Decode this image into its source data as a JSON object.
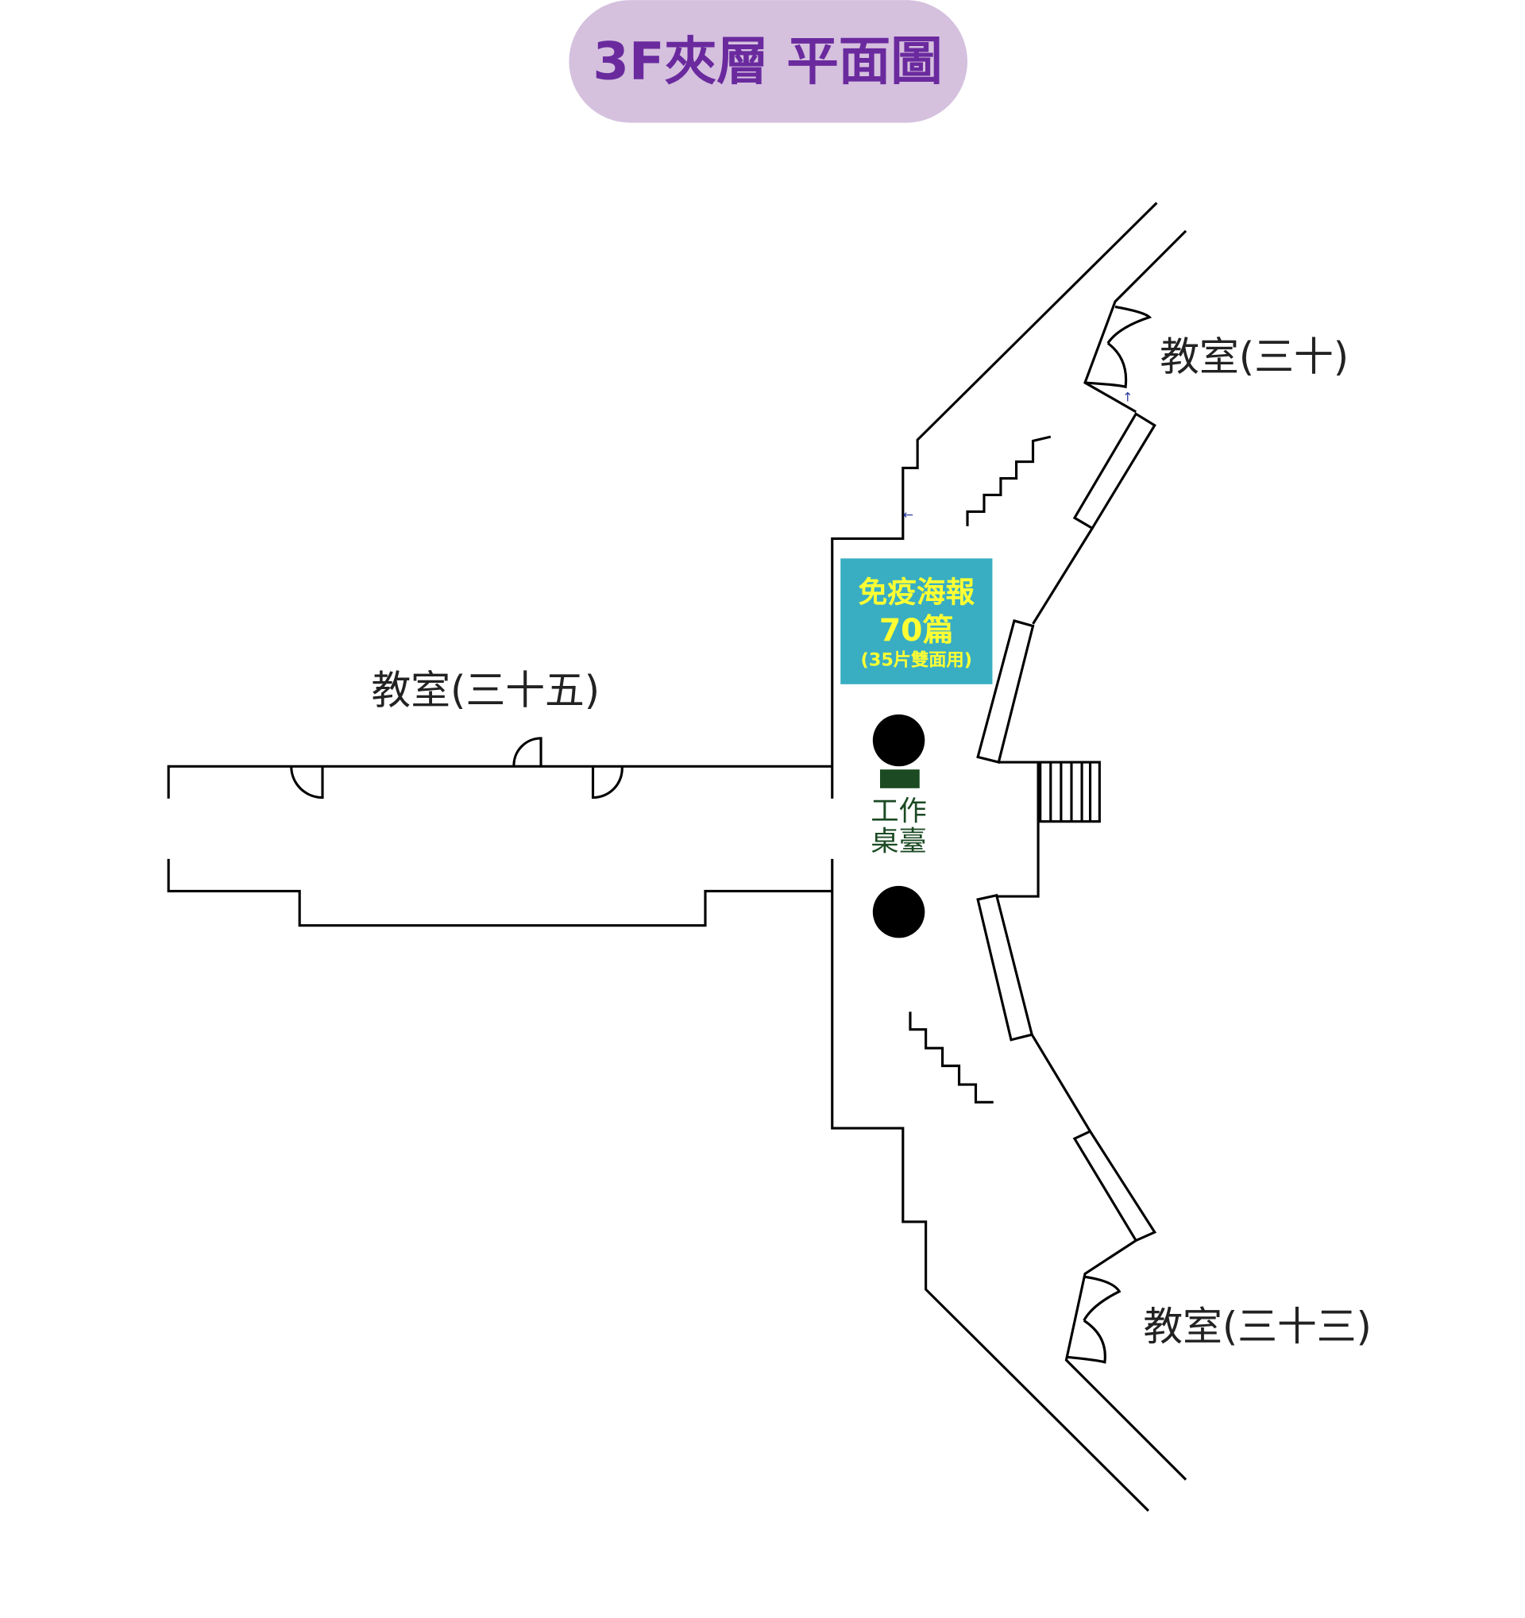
{
  "title": "3F夾層 平面圖",
  "colors": {
    "title_bg": "#d5c0de",
    "title_text": "#6a2a9e",
    "poster_bg": "#39aec2",
    "poster_text": "#ffff33",
    "desk": "#1b4a23"
  },
  "rooms": {
    "room_30": "教室(三十)",
    "room_35": "教室(三十五)",
    "room_33": "教室(三十三)"
  },
  "poster": {
    "line1": "免疫海報",
    "line2": "70篇",
    "line3": "(35片雙面用)"
  },
  "desk": {
    "line1": "工作",
    "line2": "桌臺"
  }
}
